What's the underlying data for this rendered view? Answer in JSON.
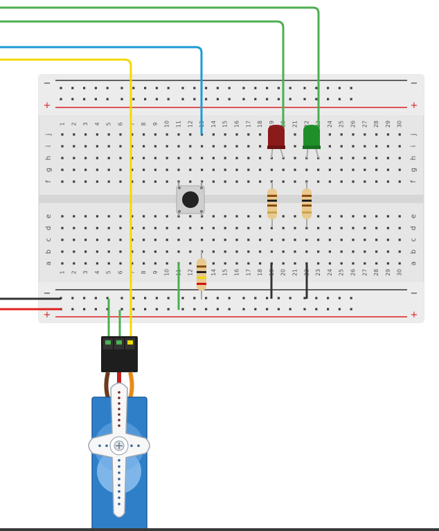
{
  "breadboard": {
    "columns": [
      "1",
      "2",
      "3",
      "4",
      "5",
      "6",
      "7",
      "8",
      "9",
      "10",
      "11",
      "12",
      "13",
      "14",
      "15",
      "16",
      "17",
      "18",
      "19",
      "20",
      "21",
      "22",
      "23",
      "24",
      "25",
      "26",
      "27",
      "28",
      "29",
      "30"
    ],
    "top_rows": [
      "j",
      "i",
      "h",
      "g",
      "f"
    ],
    "bottom_rows": [
      "e",
      "d",
      "c",
      "b",
      "a"
    ],
    "rail_minus": "−",
    "rail_plus": "+"
  },
  "colors": {
    "board": "#e4e4e4",
    "hole": "#3a3a3a",
    "wire_green": "#4caf50",
    "wire_blue": "#1b9bd7",
    "wire_yellow": "#f4d900",
    "wire_red": "#e02020",
    "wire_black": "#333333",
    "led_red": "#8b1a1a",
    "led_green": "#1f8f2a",
    "servo_blue": "#2f7fc8"
  },
  "icons": {
    "button": "pushbutton-icon",
    "servo": "servo-motor-icon",
    "led": "led-icon",
    "resistor": "resistor-icon"
  }
}
